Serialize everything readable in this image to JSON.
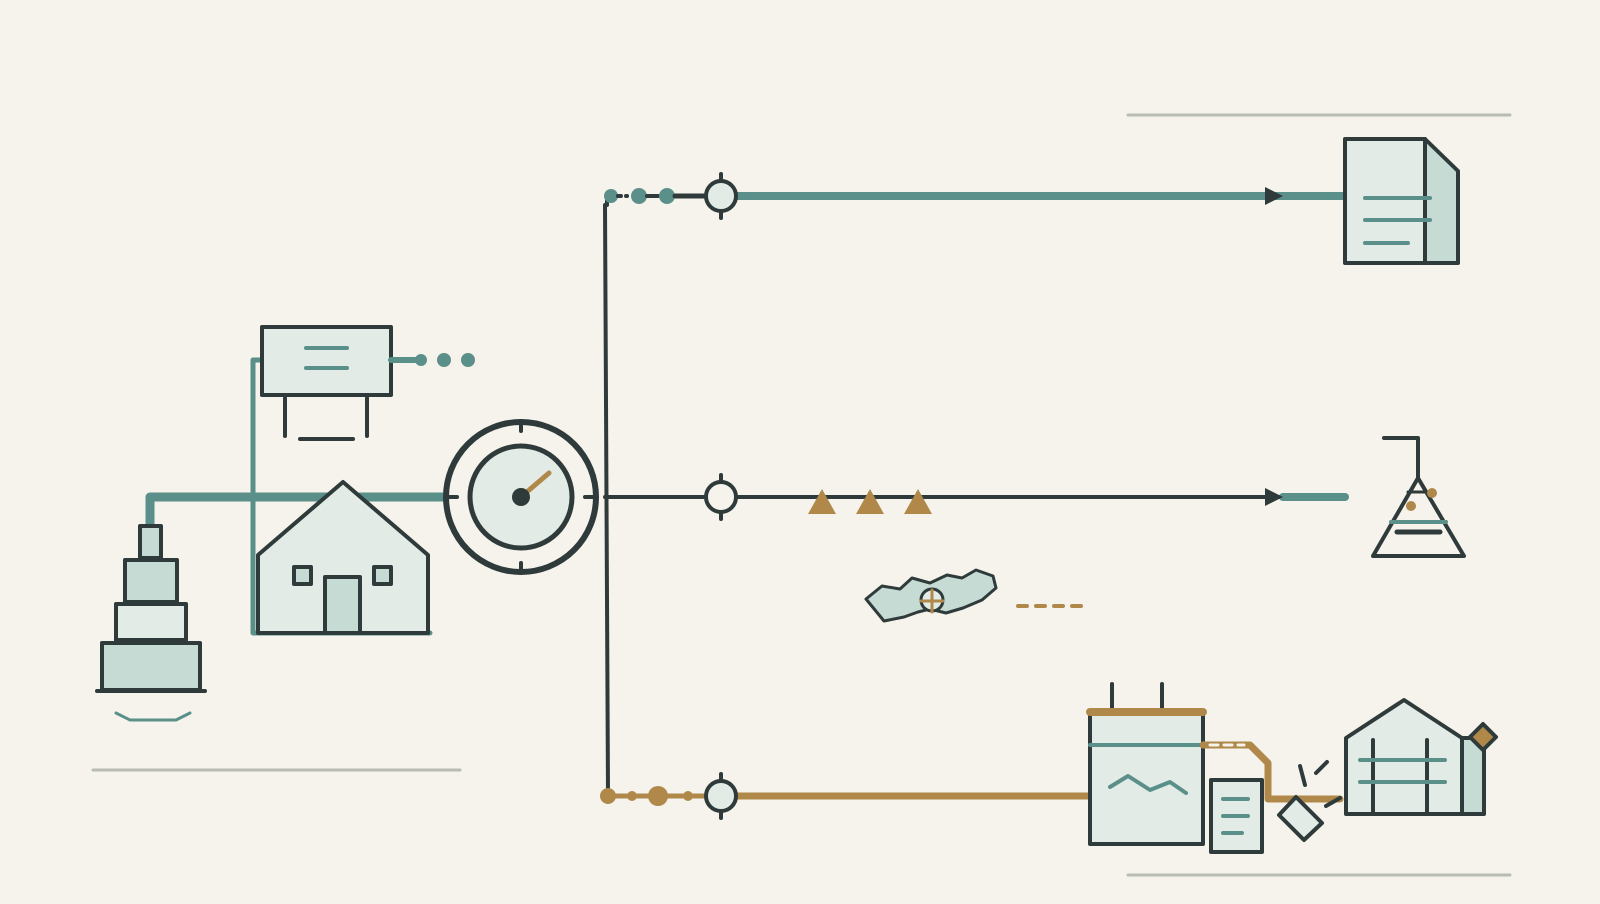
{
  "colors": {
    "background": "#f5f3ec",
    "ink": "#2f3b3a",
    "teal": "#5a9089",
    "gold": "#b0894a",
    "fill": "#e3ebe6",
    "fill_dark": "#c5dbd4",
    "rule": "#b7bcb5"
  },
  "nodes": [
    {
      "id": "stacked-layers",
      "icon": "stacked-layers-icon"
    },
    {
      "id": "monitor-board",
      "icon": "monitor-board-icon"
    },
    {
      "id": "house",
      "icon": "house-icon"
    },
    {
      "id": "central-gauge",
      "icon": "gauge-icon"
    },
    {
      "id": "document",
      "icon": "document-icon"
    },
    {
      "id": "flask",
      "icon": "flask-icon"
    },
    {
      "id": "island-map",
      "icon": "map-island-icon"
    },
    {
      "id": "plant",
      "icon": "factory-icon"
    },
    {
      "id": "warehouse",
      "icon": "warehouse-icon"
    }
  ],
  "flows": [
    {
      "id": "upper-branch",
      "to": "document",
      "color": "teal",
      "arrow": true
    },
    {
      "id": "middle-branch",
      "to": "flask",
      "color": "ink",
      "arrow": true,
      "markers": 3
    },
    {
      "id": "lower-branch",
      "to": "plant",
      "color": "gold",
      "arrow": false
    }
  ]
}
